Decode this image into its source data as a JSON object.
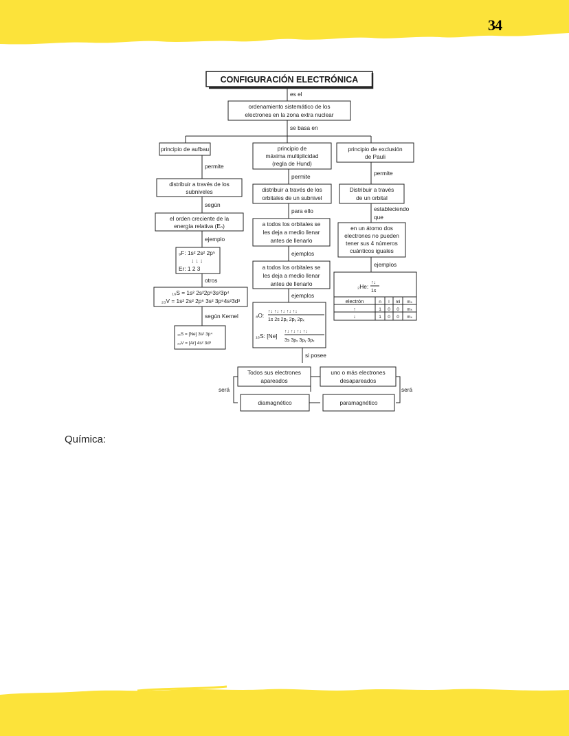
{
  "page": {
    "number": "34",
    "caption": "Química:",
    "accent_color": "#FCE33A"
  },
  "map": {
    "title": "CONFIGURACIÓN ELECTRÓNICA",
    "link_es_el": "es el",
    "definition": [
      "ordenamiento sistemático de los",
      "electrones en la zona extra nuclear"
    ],
    "link_se_basa": "se basa en",
    "aufbau": {
      "title": "principio de aufbau",
      "link_permite": "permite",
      "desc": [
        "distribuir a través de los",
        "subniveles"
      ],
      "link_segun": "según",
      "order": [
        "el orden creciente de la",
        "energía relativa (Eₙ)"
      ],
      "link_ejemplo": "ejemplo",
      "example_config": "₉F: 1s² 2s² 2p⁵",
      "arrows": "↓  ↓  ↓",
      "example_er": "Er: 1   2   3",
      "link_otros": "otros",
      "config_s": "₁₆S = 1s² 2s²2p⁶3s²3p⁴",
      "config_v": "₂₃V = 1s² 2s² 2p⁶ 3s² 3p⁶4s²3d³",
      "link_kernel": "según Kernel",
      "kernel_s": "₁₆S = [Ne] 3s² 3p⁴",
      "kernel_v": "₂₃V = [Ar] 4s² 3d³"
    },
    "hund": {
      "title": [
        "principio de",
        "máxima multiplicidad",
        "(regla de Hund)"
      ],
      "link_permite": "permite",
      "desc": [
        "distribuir a través de los",
        "orbitales de un subnivel"
      ],
      "link_para_ello": "para ello",
      "rule1": [
        "a todos los orbitales se",
        "les deja a medio llenar",
        "antes de llenarlo"
      ],
      "link_ejemplos1": "ejemplos",
      "rule2": [
        "a todos los orbitales se",
        "les deja a medio llenar",
        "antes de llenarlo"
      ],
      "link_ejemplos2": "ejemplos",
      "ex_o_label": "₈O:",
      "ex_o_pairs": "↑↓  ↑↓  ↑↓  ↑↓  ↑↓",
      "ex_o_orbitals": "1s  2s  2pₓ  2pᵧ  2pₓ",
      "ex_s_label": "₁₆S: [Ne]",
      "ex_s_pairs": "↑↓  ↑↓  ↑↓  ↑↓",
      "ex_s_orbitals": "3s  3pₓ  3pᵧ  3pₓ",
      "link_si_posee": "si posee"
    },
    "pauli": {
      "title": [
        "principio de exclusión",
        "de Pauli"
      ],
      "link_permite": "permite",
      "desc": [
        "Distribuir a través",
        "de un orbital"
      ],
      "link_estableciendo": [
        "estableciendo",
        "que"
      ],
      "rule": [
        "en un átomo dos",
        "electrones no pueden",
        "tener sus 4 números",
        "cuánticos iguales"
      ],
      "link_ejemplos": "ejemplos",
      "he_label": "₂He:",
      "he_pair": "↑↓",
      "he_orbital": "1s",
      "table_headers": [
        "electrón",
        "n",
        "l",
        "ml",
        "mₛ"
      ],
      "table_rows": [
        [
          "↑",
          "1",
          "0",
          "0",
          "mₛ"
        ],
        [
          "↓",
          "1",
          "0",
          "0",
          "mₛ"
        ]
      ]
    },
    "bottom": {
      "paired": [
        "Todos sus electrones",
        "apareados"
      ],
      "unpaired": [
        "uno o más electrones",
        "desapareados"
      ],
      "sera_left": "será",
      "sera_right": "será",
      "diamagnetic": "diamagnético",
      "paramagnetic": "paramagnético"
    }
  }
}
